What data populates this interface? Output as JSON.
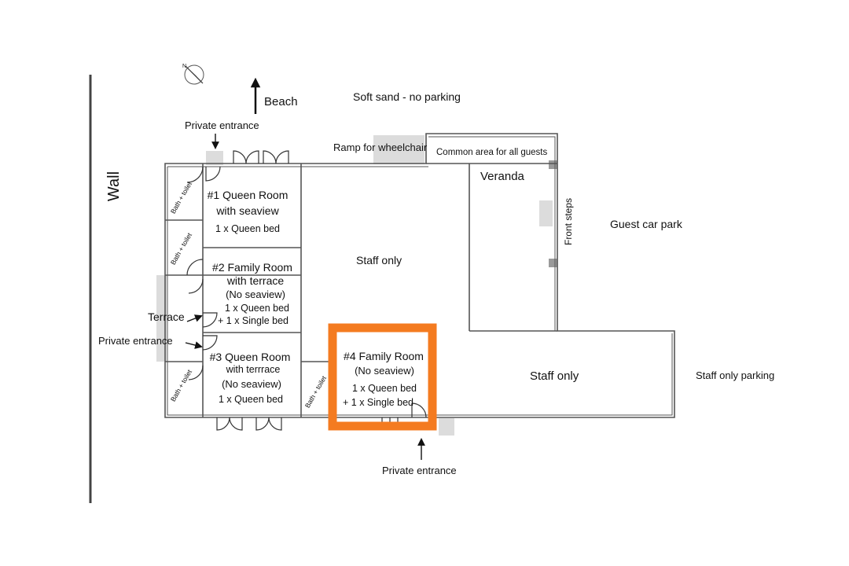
{
  "labels": {
    "wall": "Wall",
    "beach": "Beach",
    "soft_sand": "Soft sand - no parking",
    "private_entrance_top": "Private entrance",
    "ramp": "Ramp for wheelchair",
    "common_area": "Common area for all guests",
    "veranda": "Veranda",
    "front_steps": "Front steps",
    "guest_car_park": "Guest car park",
    "staff_only_center": "Staff only",
    "staff_only_right": "Staff only",
    "staff_only_parking": "Staff only parking",
    "terrace": "Terrace",
    "private_entrance_left": "Private entrance",
    "private_entrance_bottom": "Private entrance",
    "bath_toilet": "Bath + toilet"
  },
  "rooms": {
    "room1": {
      "line1": "#1 Queen Room",
      "line2": "with seaview",
      "line3": "1 x Queen bed"
    },
    "room2": {
      "line1": "#2 Family Room",
      "line2": "with terrace",
      "line3": "(No seaview)",
      "line4": "1 x Queen bed",
      "line5": "+ 1 x Single bed"
    },
    "room3": {
      "line1": "#3 Queen Room",
      "line2": "with terrrace",
      "line3": "(No seaview)",
      "line4": "1 x Queen bed"
    },
    "room4": {
      "line1": "#4 Family Room",
      "line2": "(No seaview)",
      "line3": "1 x Queen bed",
      "line4": "+ 1 x Single bed"
    }
  },
  "colors": {
    "highlight": "#f47b20",
    "walls": "#555555",
    "grey_zone": "#dcdcdc"
  },
  "icons": {
    "compass": "north-compass-icon"
  }
}
